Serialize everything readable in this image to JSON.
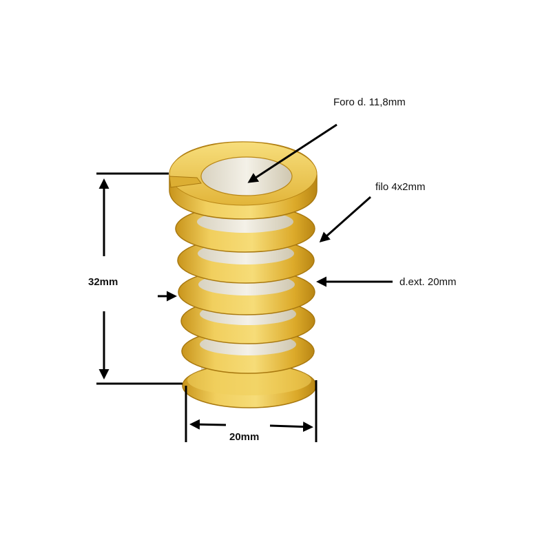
{
  "diagram": {
    "labels": {
      "hole": "Foro d. 11,8mm",
      "wire": "filo 4x2mm",
      "outer_diameter": "d.ext. 20mm",
      "height": "32mm",
      "width": "20mm"
    },
    "colors": {
      "spring_light": "#f3d56a",
      "spring_mid": "#e6b62e",
      "spring_dark": "#c4901a",
      "spring_edge": "#a8780f",
      "ink": "#000000"
    }
  }
}
